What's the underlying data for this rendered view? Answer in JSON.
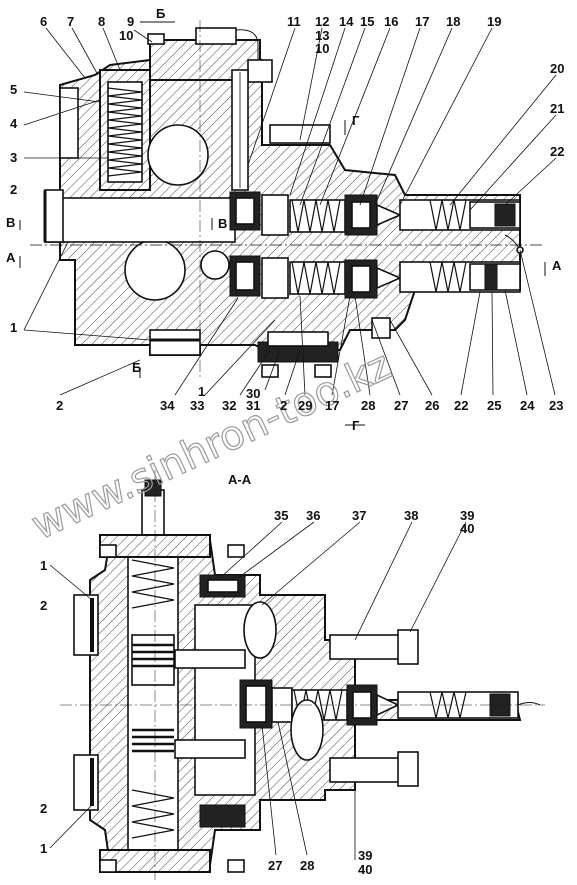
{
  "watermark": "www.sinhron-too.kz",
  "section_title": "A-A",
  "section_marks": {
    "b_top": "Б",
    "b_bottom": "Б",
    "v_left": "В",
    "v_mid": "В",
    "a_left": "А",
    "a_right": "А",
    "g_top": "Г",
    "g_bottom": "Г"
  },
  "top_view_labels": [
    {
      "id": "l6",
      "text": "6"
    },
    {
      "id": "l7",
      "text": "7"
    },
    {
      "id": "l8",
      "text": "8"
    },
    {
      "id": "l9",
      "text": "9"
    },
    {
      "id": "l10a",
      "text": "10"
    },
    {
      "id": "l11",
      "text": "11"
    },
    {
      "id": "l12",
      "text": "12"
    },
    {
      "id": "l13",
      "text": "13"
    },
    {
      "id": "l10b",
      "text": "10"
    },
    {
      "id": "l14",
      "text": "14"
    },
    {
      "id": "l15",
      "text": "15"
    },
    {
      "id": "l16",
      "text": "16"
    },
    {
      "id": "l17a",
      "text": "17"
    },
    {
      "id": "l18",
      "text": "18"
    },
    {
      "id": "l19",
      "text": "19"
    },
    {
      "id": "l20",
      "text": "20"
    },
    {
      "id": "l21",
      "text": "21"
    },
    {
      "id": "l22a",
      "text": "22"
    },
    {
      "id": "l5",
      "text": "5"
    },
    {
      "id": "l4",
      "text": "4"
    },
    {
      "id": "l3",
      "text": "3"
    },
    {
      "id": "l2a",
      "text": "2"
    },
    {
      "id": "l1",
      "text": "1"
    },
    {
      "id": "l2b",
      "text": "2"
    },
    {
      "id": "l34",
      "text": "34"
    },
    {
      "id": "l1b",
      "text": "1"
    },
    {
      "id": "l33",
      "text": "33"
    },
    {
      "id": "l32",
      "text": "32"
    },
    {
      "id": "l30",
      "text": "30"
    },
    {
      "id": "l31",
      "text": "31"
    },
    {
      "id": "l2c",
      "text": "2"
    },
    {
      "id": "l29",
      "text": "29"
    },
    {
      "id": "l17b",
      "text": "17"
    },
    {
      "id": "l28a",
      "text": "28"
    },
    {
      "id": "l27a",
      "text": "27"
    },
    {
      "id": "l26",
      "text": "26"
    },
    {
      "id": "l22b",
      "text": "22"
    },
    {
      "id": "l25",
      "text": "25"
    },
    {
      "id": "l24",
      "text": "24"
    },
    {
      "id": "l23",
      "text": "23"
    }
  ],
  "section_view_labels": [
    {
      "id": "s35",
      "text": "35"
    },
    {
      "id": "s36",
      "text": "36"
    },
    {
      "id": "s37",
      "text": "37"
    },
    {
      "id": "s38",
      "text": "38"
    },
    {
      "id": "s39a",
      "text": "39"
    },
    {
      "id": "s40a",
      "text": "40"
    },
    {
      "id": "s1a",
      "text": "1"
    },
    {
      "id": "s2a",
      "text": "2"
    },
    {
      "id": "s2b",
      "text": "2"
    },
    {
      "id": "s1b",
      "text": "1"
    },
    {
      "id": "s27",
      "text": "27"
    },
    {
      "id": "s28",
      "text": "28"
    },
    {
      "id": "s39b",
      "text": "39"
    },
    {
      "id": "s40b",
      "text": "40"
    }
  ]
}
